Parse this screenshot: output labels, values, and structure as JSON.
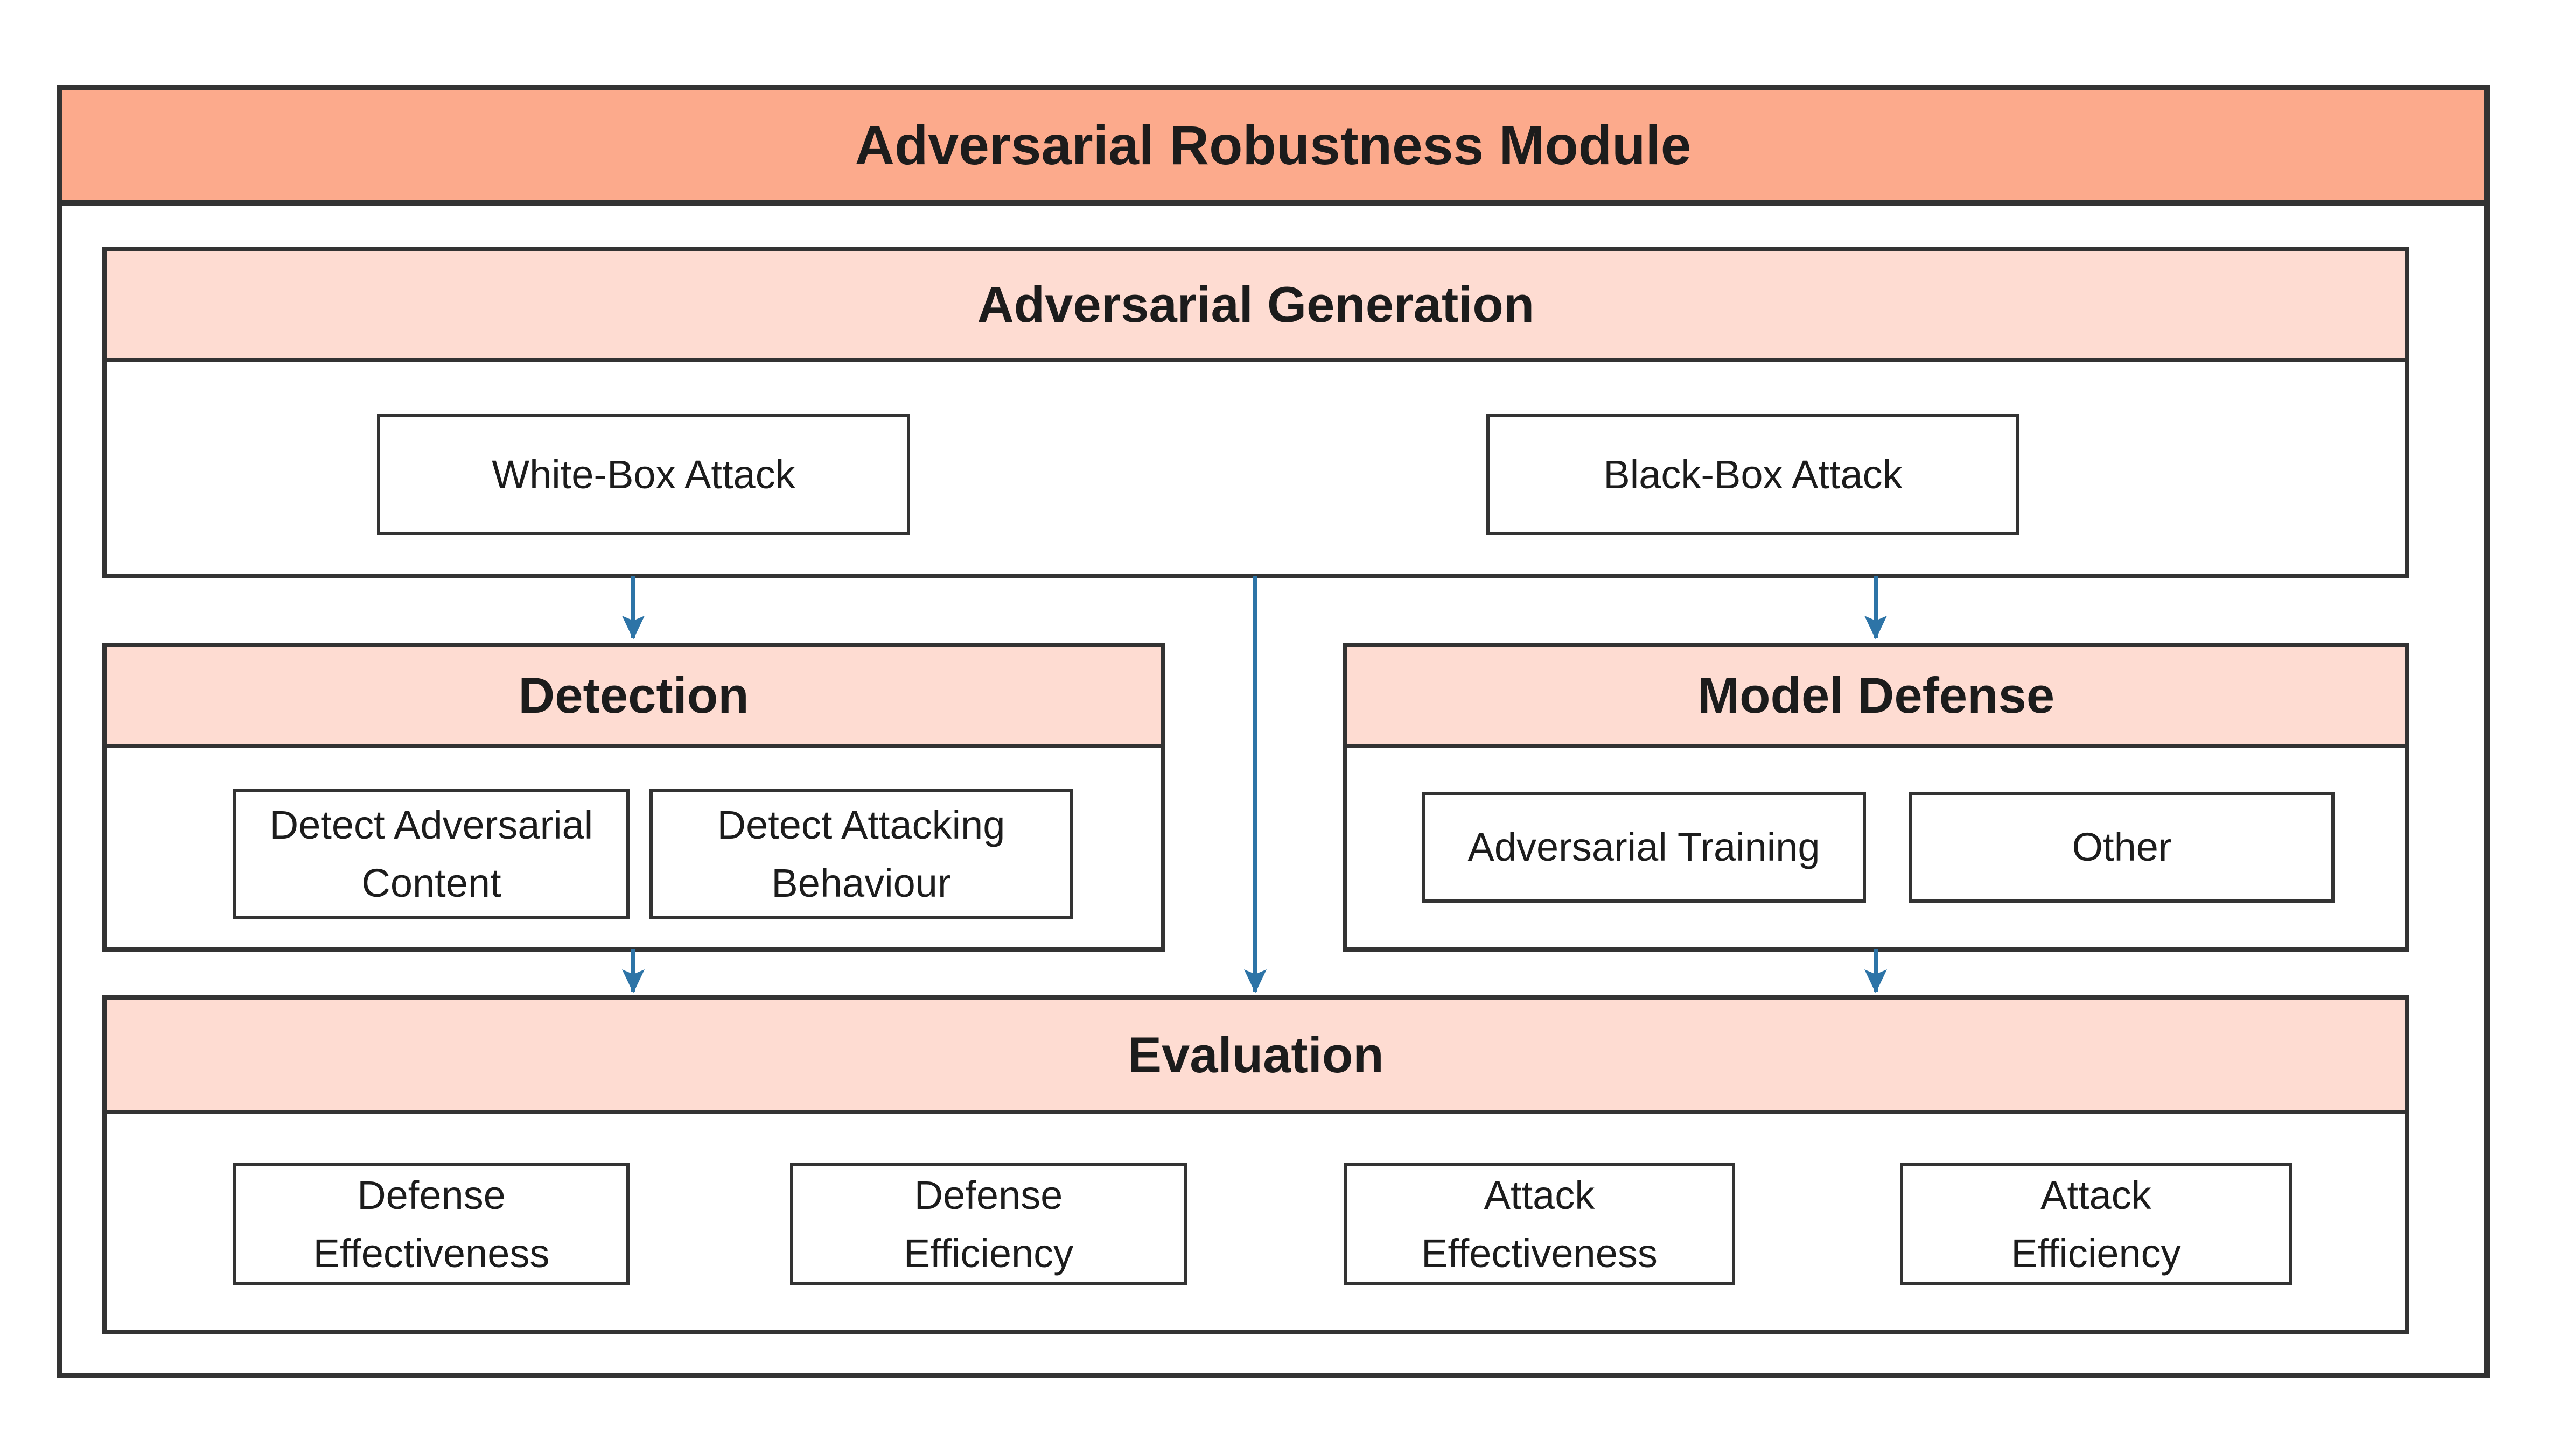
{
  "colors": {
    "title-bar-bg": "#FCAA8C",
    "section-header-bg": "#FEDCD2",
    "border": "#333333",
    "arrow": "#2D74A7",
    "text": "#1C1C1C",
    "canvas-bg": "#FFFFFF"
  },
  "diagram": {
    "title": "Adversarial Robustness Module",
    "generation": {
      "title": "Adversarial Generation",
      "boxes": [
        {
          "lines": [
            "White-Box Attack"
          ]
        },
        {
          "lines": [
            "Black-Box Attack"
          ]
        }
      ]
    },
    "detection": {
      "title": "Detection",
      "boxes": [
        {
          "lines": [
            "Detect Adversarial",
            "Content"
          ]
        },
        {
          "lines": [
            "Detect Attacking",
            "Behaviour"
          ]
        }
      ]
    },
    "defense": {
      "title": "Model Defense",
      "boxes": [
        {
          "lines": [
            "Adversarial Training"
          ]
        },
        {
          "lines": [
            "Other"
          ]
        }
      ]
    },
    "evaluation": {
      "title": "Evaluation",
      "boxes": [
        {
          "lines": [
            "Defense",
            "Effectiveness"
          ]
        },
        {
          "lines": [
            "Defense",
            "Efficiency"
          ]
        },
        {
          "lines": [
            "Attack",
            "Effectiveness"
          ]
        },
        {
          "lines": [
            "Attack",
            "Efficiency"
          ]
        }
      ]
    }
  }
}
